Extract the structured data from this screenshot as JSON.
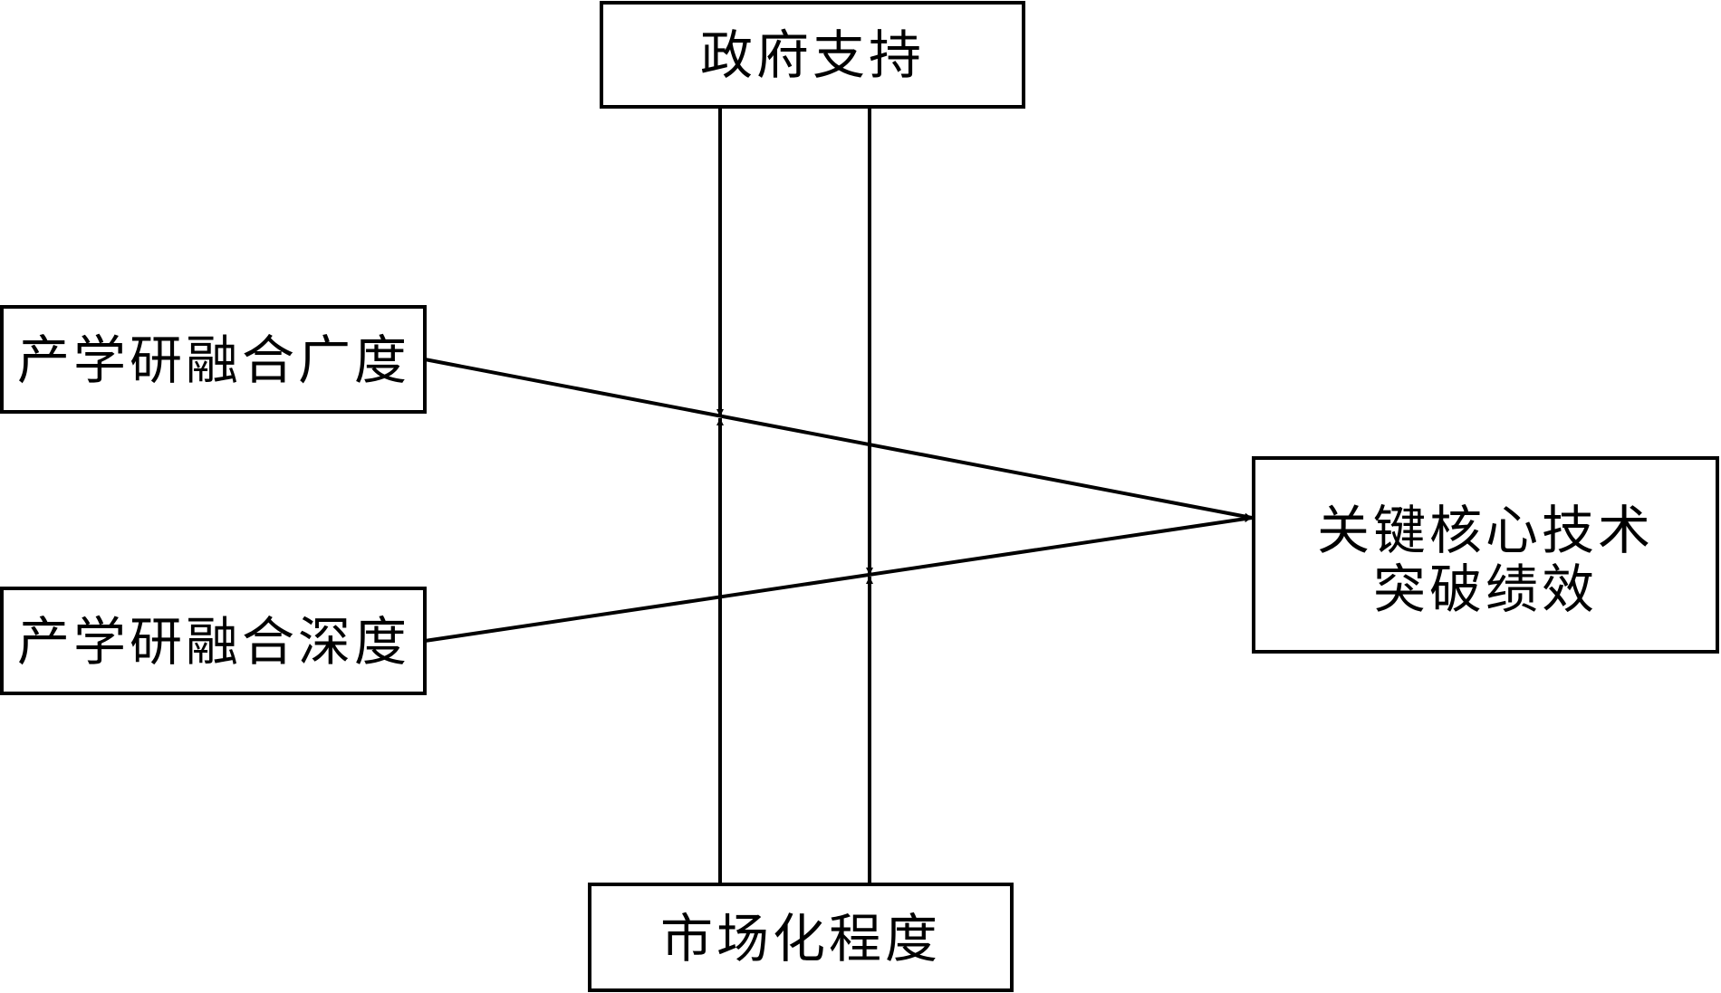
{
  "diagram": {
    "nodes": {
      "government_support": {
        "label": "政府支持"
      },
      "collab_breadth": {
        "label": "产学研融合广度"
      },
      "collab_depth": {
        "label": "产学研融合深度"
      },
      "core_tech_performance": {
        "lines": [
          "关键核心技术",
          "突破绩效"
        ]
      },
      "marketization": {
        "label": "市场化程度"
      }
    },
    "colors": {
      "stroke": "#000000",
      "background": "#ffffff"
    }
  }
}
